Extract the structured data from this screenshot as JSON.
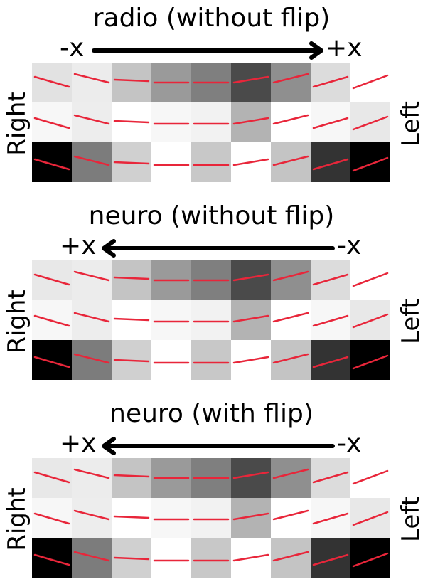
{
  "panels": [
    {
      "title": "radio (without flip)",
      "axis_left": "-x",
      "axis_right": "+x",
      "arrow_direction": "right",
      "side_left": "Right",
      "side_right": "Left",
      "rows": [
        [
          "#e2e2e2",
          "#ececec",
          "#c4c4c4",
          "#9a9a9a",
          "#7f7f7f",
          "#4a4a4a",
          "#8f8f8f",
          "#dcdcdc",
          "#ffffff"
        ],
        [
          "#f7f7f7",
          "#ededed",
          "#ffffff",
          "#f7f7f7",
          "#f2f2f2",
          "#b3b3b3",
          "#ffffff",
          "#f7f7f7",
          "#e8e8e8"
        ],
        [
          "#000000",
          "#7c7c7c",
          "#d0d0d0",
          "#ffffff",
          "#c8c8c8",
          "#ffffff",
          "#c4c4c4",
          "#333333",
          "#000000"
        ]
      ]
    },
    {
      "title": "neuro (without flip)",
      "axis_left": "+x",
      "axis_right": "-x",
      "arrow_direction": "left",
      "side_left": "Right",
      "side_right": "Left",
      "rows": [
        [
          "#e8e8e8",
          "#ececec",
          "#c4c4c4",
          "#9a9a9a",
          "#7f7f7f",
          "#4a4a4a",
          "#8f8f8f",
          "#dcdcdc",
          "#ffffff"
        ],
        [
          "#f7f7f7",
          "#ededed",
          "#ffffff",
          "#f7f7f7",
          "#f2f2f2",
          "#b3b3b3",
          "#ffffff",
          "#f7f7f7",
          "#e8e8e8"
        ],
        [
          "#000000",
          "#7c7c7c",
          "#d0d0d0",
          "#ffffff",
          "#c8c8c8",
          "#ffffff",
          "#c4c4c4",
          "#333333",
          "#000000"
        ]
      ]
    },
    {
      "title": "neuro (with flip)",
      "axis_left": "+x",
      "axis_right": "-x",
      "arrow_direction": "left",
      "side_left": "Right",
      "side_right": "Left",
      "rows": [
        [
          "#e8e8e8",
          "#ececec",
          "#c4c4c4",
          "#9a9a9a",
          "#7f7f7f",
          "#4a4a4a",
          "#8f8f8f",
          "#dcdcdc",
          "#ffffff"
        ],
        [
          "#f7f7f7",
          "#ededed",
          "#ffffff",
          "#f7f7f7",
          "#f2f2f2",
          "#b3b3b3",
          "#ffffff",
          "#f7f7f7",
          "#e8e8e8"
        ],
        [
          "#000000",
          "#7c7c7c",
          "#d0d0d0",
          "#ffffff",
          "#c8c8c8",
          "#ffffff",
          "#c4c4c4",
          "#333333",
          "#000000"
        ]
      ]
    }
  ],
  "colors": {
    "line": "#e8263a",
    "arrow": "#000000"
  }
}
